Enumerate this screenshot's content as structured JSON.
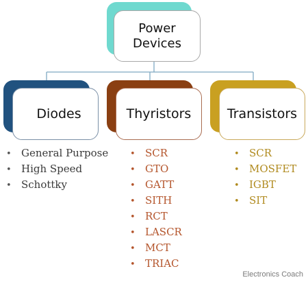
{
  "root": {
    "label_line1": "Power",
    "label_line2": "Devices",
    "accent": "#6fd9cf"
  },
  "categories": [
    {
      "id": "diodes",
      "label": "Diodes",
      "accent": "#21527f",
      "items": [
        "General Purpose",
        "High Speed",
        "Schottky"
      ]
    },
    {
      "id": "thyristors",
      "label": "Thyristors",
      "accent": "#8a3f12",
      "items": [
        "SCR",
        "GTO",
        "GATT",
        "SITH",
        "RCT",
        "LASCR",
        "MCT",
        "TRIAC"
      ]
    },
    {
      "id": "transistors",
      "label": "Transistors",
      "accent": "#c9a021",
      "items": [
        "SCR",
        "MOSFET",
        "IGBT",
        "SIT"
      ]
    }
  ],
  "colors": {
    "connector": "#7fa9c2",
    "thyristor_text": "#b4552c",
    "transistor_text": "#b08a1e"
  },
  "bullet_icon": "•",
  "watermark": "Electronics Coach"
}
